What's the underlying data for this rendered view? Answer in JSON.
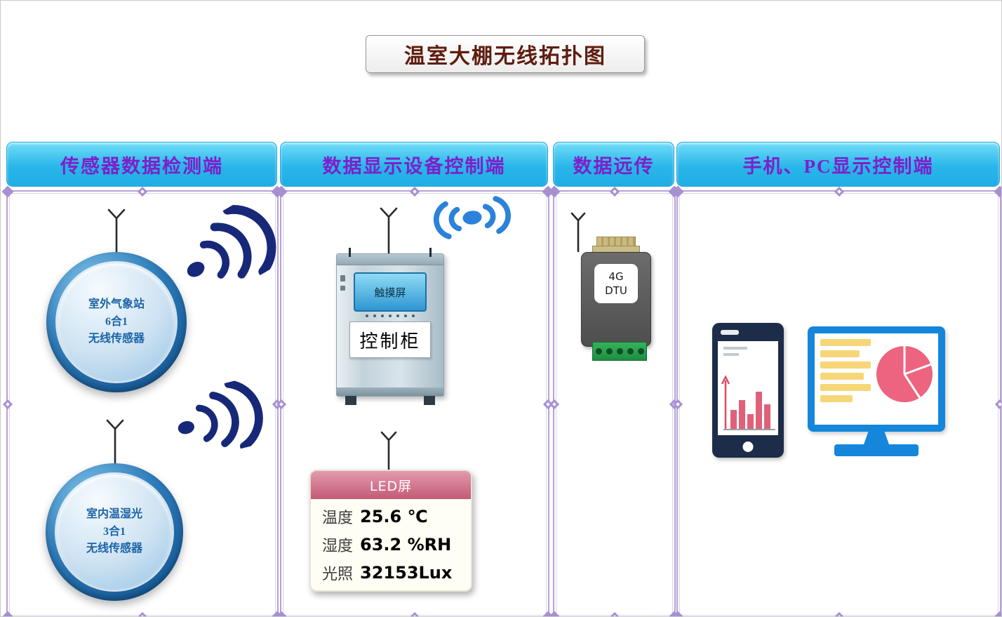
{
  "title": "温室大棚无线拓扑图",
  "headers": {
    "col1": "传感器数据检测端",
    "col2": "数据显示设备控制端",
    "col3": "数据远传",
    "col4": "手机、PC显示控制端"
  },
  "sensors": {
    "outdoor": {
      "line1": "室外气象站",
      "line2": "6合1",
      "line3": "无线传感器"
    },
    "indoor": {
      "line1": "室内温湿光",
      "line2": "3合1",
      "line3": "无线传感器"
    }
  },
  "cabinet": {
    "screen": "触摸屏",
    "label": "控制柜"
  },
  "led": {
    "title": "LED屏",
    "rows": [
      {
        "label": "温度",
        "value": "25.6 ℃"
      },
      {
        "label": "湿度",
        "value": "63.2 %RH"
      },
      {
        "label": "光照",
        "value": "32153Lux"
      }
    ]
  },
  "dtu": {
    "line1": "4G",
    "line2": "DTU"
  },
  "colors": {
    "header_bg": "#2ab6ea",
    "header_text": "#7d20c9",
    "title_text": "#5e1d0e",
    "frame_purple": "#b6a2da",
    "signal_dark_blue": "#182878",
    "signal_light_blue": "#2b82d9",
    "sensor_ring_blue": "#0b4a88",
    "led_header_pink": "#c25a75",
    "dtu_body_gray": "#5a5a5a",
    "dtu_connector_green": "#2aa24e",
    "phone_body_navy": "#1c2c49",
    "monitor_blue": "#1486db",
    "chart_pink": "#ec647f",
    "chart_yellow": "#f6d678"
  }
}
